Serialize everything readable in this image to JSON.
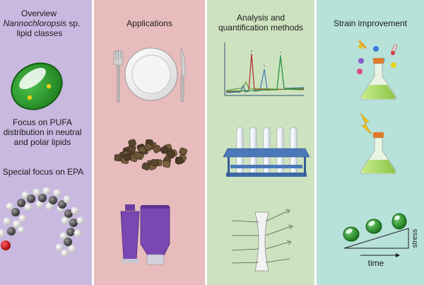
{
  "colors": {
    "overview_bg": "#c9b8e0",
    "applications_bg": "#e8bcbc",
    "analysis_bg": "#cde3bf",
    "strain_bg": "#b7e2da",
    "cell_green": "#2f9a2f",
    "flask_liquid": "#9ed25a",
    "tube_purple": "#6b3fa0"
  },
  "overview": {
    "heading": "Overview",
    "species_italic": "Nannochloropsis",
    "species_suffix": " sp.",
    "heading_line3": "lipid classes",
    "pufa_line1": "Focus on PUFA",
    "pufa_line2": "distribution in neutral",
    "pufa_line3": "and polar lipids",
    "epa_label": "Special focus on EPA",
    "icons": [
      "algae-cell-icon",
      "epa-molecule-icon"
    ]
  },
  "applications": {
    "heading": "Applications",
    "icons": [
      "plate-cutlery-icon",
      "feed-pellets-icon",
      "cosmetic-tubes-icon"
    ]
  },
  "analysis": {
    "heading_line1": "Analysis and",
    "heading_line2": "quantification methods",
    "icons": [
      "chromatogram-icon",
      "test-tube-rack-icon",
      "lens-optics-icon"
    ]
  },
  "strain": {
    "heading": "Strain improvement",
    "time_label": "time",
    "stress_label": "stress",
    "icons": [
      "flask-with-chemicals-icon",
      "flask-with-lightning-icon",
      "stress-time-ramp-icon"
    ]
  }
}
